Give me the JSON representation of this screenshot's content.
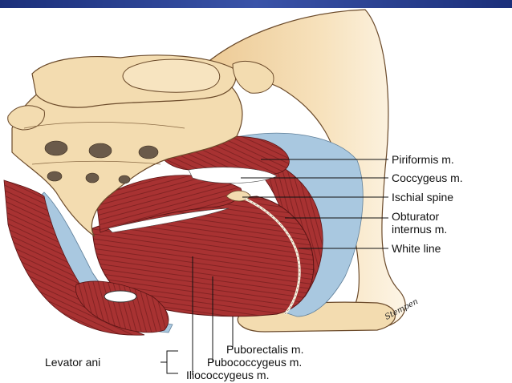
{
  "slide": {
    "banner_color": "#2a3f94"
  },
  "colors": {
    "muscle": "#a83232",
    "muscle_dark": "#7a1f1f",
    "bone": "#f3dcb0",
    "bone_shadow": "#e3c08a",
    "fascia": "#a9c8e0"
  },
  "labels": {
    "piriformis": "Piriformis m.",
    "coccygeus": "Coccygeus m.",
    "ischial_spine": "Ischial spine",
    "obturator_line1": "Obturator",
    "obturator_line2": "internus m.",
    "white_line": "White line",
    "levator_ani": "Levator ani",
    "puborectalis": "Puborectalis m.",
    "pubococcygeus": "Pubococcygeus m.",
    "iliococcygeus": "Iliococcygeus m.",
    "artist_signature": "Stempen"
  }
}
